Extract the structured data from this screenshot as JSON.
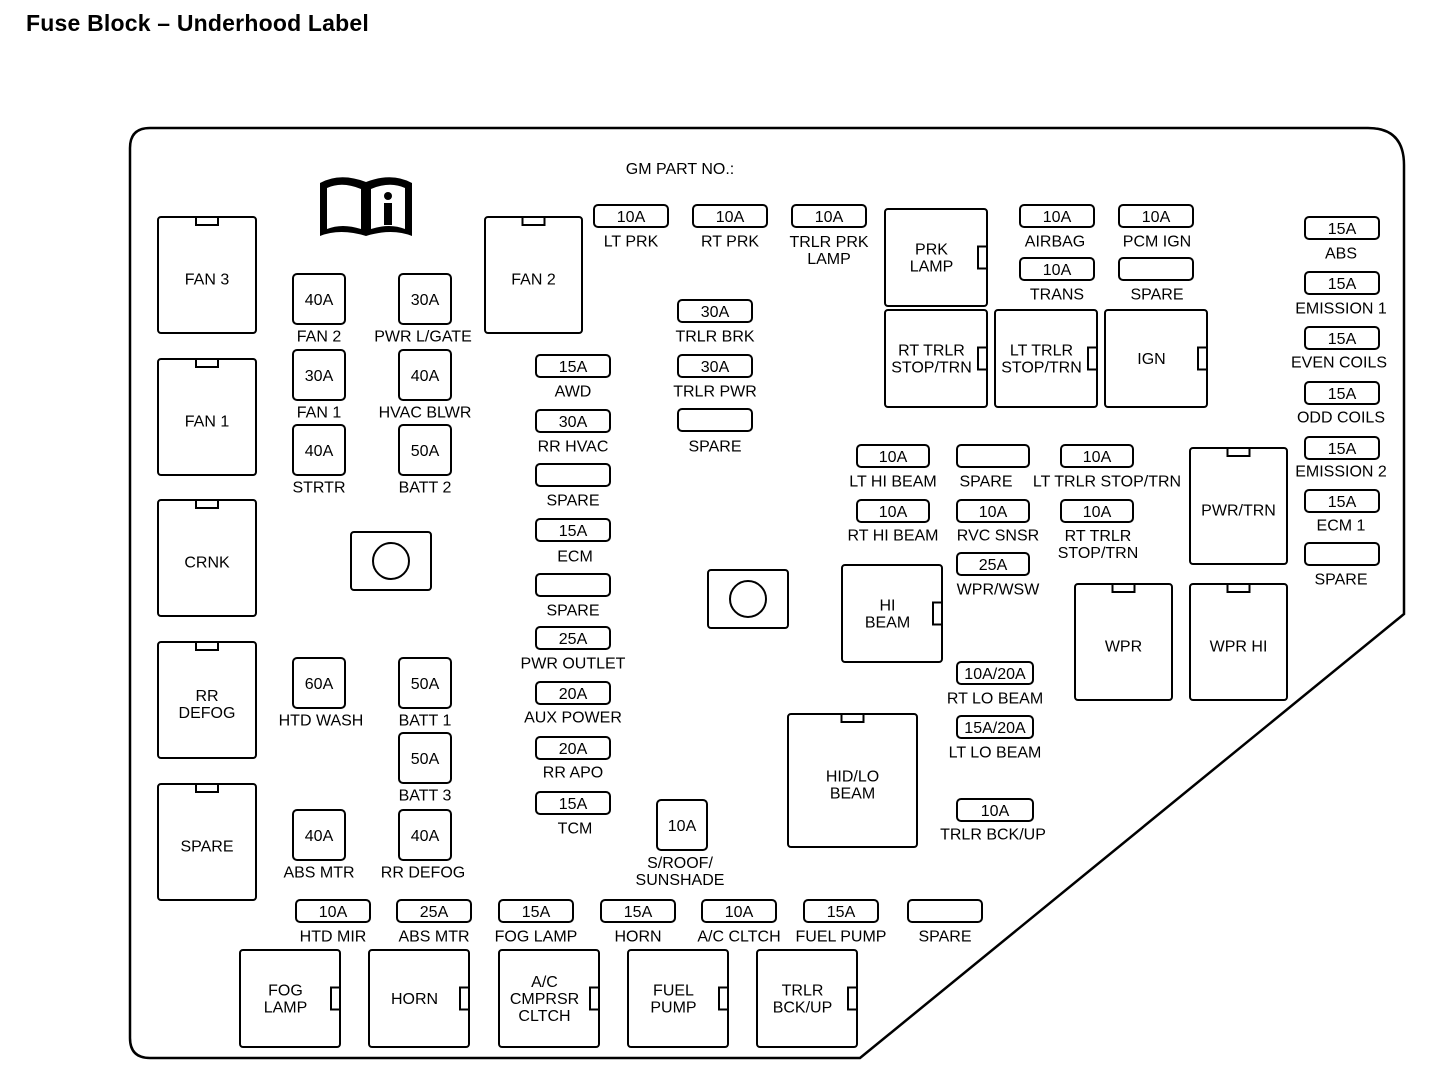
{
  "title": "Fuse Block – Underhood Label",
  "part_no_label": "GM PART NO.:",
  "relays": [
    {
      "id": "fan3",
      "lines": [
        "FAN 3"
      ]
    },
    {
      "id": "fan1",
      "lines": [
        "FAN 1"
      ]
    },
    {
      "id": "crnk",
      "lines": [
        "CRNK"
      ]
    },
    {
      "id": "rr-defog-relay",
      "lines": [
        "RR",
        "DEFOG"
      ]
    },
    {
      "id": "spare-relay-left",
      "lines": [
        "SPARE"
      ]
    },
    {
      "id": "fan2",
      "lines": [
        "FAN 2"
      ]
    },
    {
      "id": "prk-lamp",
      "lines": [
        "PRK",
        "LAMP"
      ]
    },
    {
      "id": "rt-trlr-stop-trn",
      "lines": [
        "RT TRLR",
        "STOP/TRN"
      ]
    },
    {
      "id": "lt-trlr-stop-trn",
      "lines": [
        "LT TRLR",
        "STOP/TRN"
      ]
    },
    {
      "id": "ign",
      "lines": [
        "IGN"
      ]
    },
    {
      "id": "pwr-trn",
      "lines": [
        "PWR/TRN"
      ]
    },
    {
      "id": "hi-beam",
      "lines": [
        "HI",
        "BEAM"
      ]
    },
    {
      "id": "wpr",
      "lines": [
        "WPR"
      ]
    },
    {
      "id": "wpr-hi",
      "lines": [
        "WPR HI"
      ]
    },
    {
      "id": "hid-lo-beam",
      "lines": [
        "HID/LO",
        "BEAM"
      ]
    },
    {
      "id": "fog-lamp-relay",
      "lines": [
        "FOG",
        "LAMP"
      ]
    },
    {
      "id": "horn-relay",
      "lines": [
        "HORN"
      ]
    },
    {
      "id": "ac-cmprsr-clutch",
      "lines": [
        "A/C",
        "CMPRSR",
        "CLTCH"
      ]
    },
    {
      "id": "fuel-pump-relay",
      "lines": [
        "FUEL",
        "PUMP"
      ]
    },
    {
      "id": "trlr-bck-up-relay",
      "lines": [
        "TRLR",
        "BCK/UP"
      ]
    }
  ],
  "fuses": [
    {
      "id": "fan2-fuse",
      "rating": "40A",
      "label": [
        "FAN 2"
      ]
    },
    {
      "id": "pwr-lgate",
      "rating": "30A",
      "label": [
        "PWR L/GATE"
      ]
    },
    {
      "id": "fan1-fuse",
      "rating": "30A",
      "label": [
        "FAN 1"
      ]
    },
    {
      "id": "hvac-blwr",
      "rating": "40A",
      "label": [
        "HVAC BLWR"
      ]
    },
    {
      "id": "strtr",
      "rating": "40A",
      "label": [
        "STRTR"
      ]
    },
    {
      "id": "batt2",
      "rating": "50A",
      "label": [
        "BATT 2"
      ]
    },
    {
      "id": "htd-wash",
      "rating": "60A",
      "label": [
        "HTD WASH"
      ]
    },
    {
      "id": "batt1",
      "rating": "50A",
      "label": [
        "BATT 1"
      ]
    },
    {
      "id": "batt3",
      "rating": "50A",
      "label": [
        "BATT 3"
      ]
    },
    {
      "id": "abs-mtr-big",
      "rating": "40A",
      "label": [
        "ABS MTR"
      ]
    },
    {
      "id": "rr-defog-fuse",
      "rating": "40A",
      "label": [
        "RR DEFOG"
      ]
    },
    {
      "id": "sroof",
      "rating": "10A",
      "label": [
        "S/ROOF/",
        "SUNSHADE"
      ]
    },
    {
      "id": "lt-prk",
      "rating": "10A",
      "label": [
        "LT PRK"
      ]
    },
    {
      "id": "rt-prk",
      "rating": "10A",
      "label": [
        "RT PRK"
      ]
    },
    {
      "id": "trlr-prk-lamp",
      "rating": "10A",
      "label": [
        "TRLR PRK",
        "LAMP"
      ]
    },
    {
      "id": "trlr-brk",
      "rating": "30A",
      "label": [
        "TRLR BRK"
      ]
    },
    {
      "id": "trlr-pwr",
      "rating": "30A",
      "label": [
        "TRLR PWR"
      ]
    },
    {
      "id": "spare-mid",
      "rating": "",
      "label": [
        "SPARE"
      ]
    },
    {
      "id": "awd",
      "rating": "15A",
      "label": [
        "AWD"
      ]
    },
    {
      "id": "rr-hvac",
      "rating": "30A",
      "label": [
        "RR HVAC"
      ]
    },
    {
      "id": "spare-col1",
      "rating": "",
      "label": [
        "SPARE"
      ]
    },
    {
      "id": "ecm",
      "rating": "15A",
      "label": [
        "ECM"
      ]
    },
    {
      "id": "spare-col2",
      "rating": "",
      "label": [
        "SPARE"
      ]
    },
    {
      "id": "pwr-outlet",
      "rating": "25A",
      "label": [
        "PWR OUTLET"
      ]
    },
    {
      "id": "aux-power",
      "rating": "20A",
      "label": [
        "AUX POWER"
      ]
    },
    {
      "id": "rr-apo",
      "rating": "20A",
      "label": [
        "RR APO"
      ]
    },
    {
      "id": "tcm",
      "rating": "15A",
      "label": [
        "TCM"
      ]
    },
    {
      "id": "airbag",
      "rating": "10A",
      "label": [
        "AIRBAG"
      ]
    },
    {
      "id": "pcm-ign",
      "rating": "10A",
      "label": [
        "PCM IGN"
      ]
    },
    {
      "id": "trans",
      "rating": "10A",
      "label": [
        "TRANS"
      ]
    },
    {
      "id": "spare-pcm",
      "rating": "",
      "label": [
        "SPARE"
      ]
    },
    {
      "id": "abs",
      "rating": "15A",
      "label": [
        "ABS"
      ]
    },
    {
      "id": "emission1",
      "rating": "15A",
      "label": [
        "EMISSION 1"
      ]
    },
    {
      "id": "even-coils",
      "rating": "15A",
      "label": [
        "EVEN COILS"
      ]
    },
    {
      "id": "odd-coils",
      "rating": "15A",
      "label": [
        "ODD COILS"
      ]
    },
    {
      "id": "emission2",
      "rating": "15A",
      "label": [
        "EMISSION 2"
      ]
    },
    {
      "id": "ecm1",
      "rating": "15A",
      "label": [
        "ECM 1"
      ]
    },
    {
      "id": "spare-right",
      "rating": "",
      "label": [
        "SPARE"
      ]
    },
    {
      "id": "lt-hi-beam",
      "rating": "10A",
      "label": [
        "LT HI BEAM"
      ]
    },
    {
      "id": "spare-hi",
      "rating": "",
      "label": [
        "SPARE"
      ]
    },
    {
      "id": "lt-trlr-stop-trn-fuse",
      "rating": "10A",
      "label": [
        "LT TRLR STOP/TRN"
      ]
    },
    {
      "id": "rt-hi-beam",
      "rating": "10A",
      "label": [
        "RT HI BEAM"
      ]
    },
    {
      "id": "rvc-snsr",
      "rating": "10A",
      "label": [
        "RVC SNSR"
      ]
    },
    {
      "id": "rt-trlr-stop-trn-fuse",
      "rating": "10A",
      "label": [
        "RT TRLR",
        "STOP/TRN"
      ]
    },
    {
      "id": "wpr-wsw",
      "rating": "25A",
      "label": [
        "WPR/WSW"
      ]
    },
    {
      "id": "rt-lo-beam",
      "rating": "10A/20A",
      "label": [
        "RT LO BEAM"
      ]
    },
    {
      "id": "lt-lo-beam",
      "rating": "15A/20A",
      "label": [
        "LT LO BEAM"
      ]
    },
    {
      "id": "trlr-bck-up-fuse",
      "rating": "10A",
      "label": [
        "TRLR BCK/UP"
      ]
    },
    {
      "id": "htd-mir",
      "rating": "10A",
      "label": [
        "HTD MIR"
      ]
    },
    {
      "id": "abs-mtr-small",
      "rating": "25A",
      "label": [
        "ABS MTR"
      ]
    },
    {
      "id": "fog-lamp-fuse",
      "rating": "15A",
      "label": [
        "FOG LAMP"
      ]
    },
    {
      "id": "horn-fuse",
      "rating": "15A",
      "label": [
        "HORN"
      ]
    },
    {
      "id": "ac-cltch-fuse",
      "rating": "10A",
      "label": [
        "A/C CLTCH"
      ]
    },
    {
      "id": "fuel-pump-fuse",
      "rating": "15A",
      "label": [
        "FUEL PUMP"
      ]
    },
    {
      "id": "spare-bottom",
      "rating": "",
      "label": [
        "SPARE"
      ]
    }
  ]
}
